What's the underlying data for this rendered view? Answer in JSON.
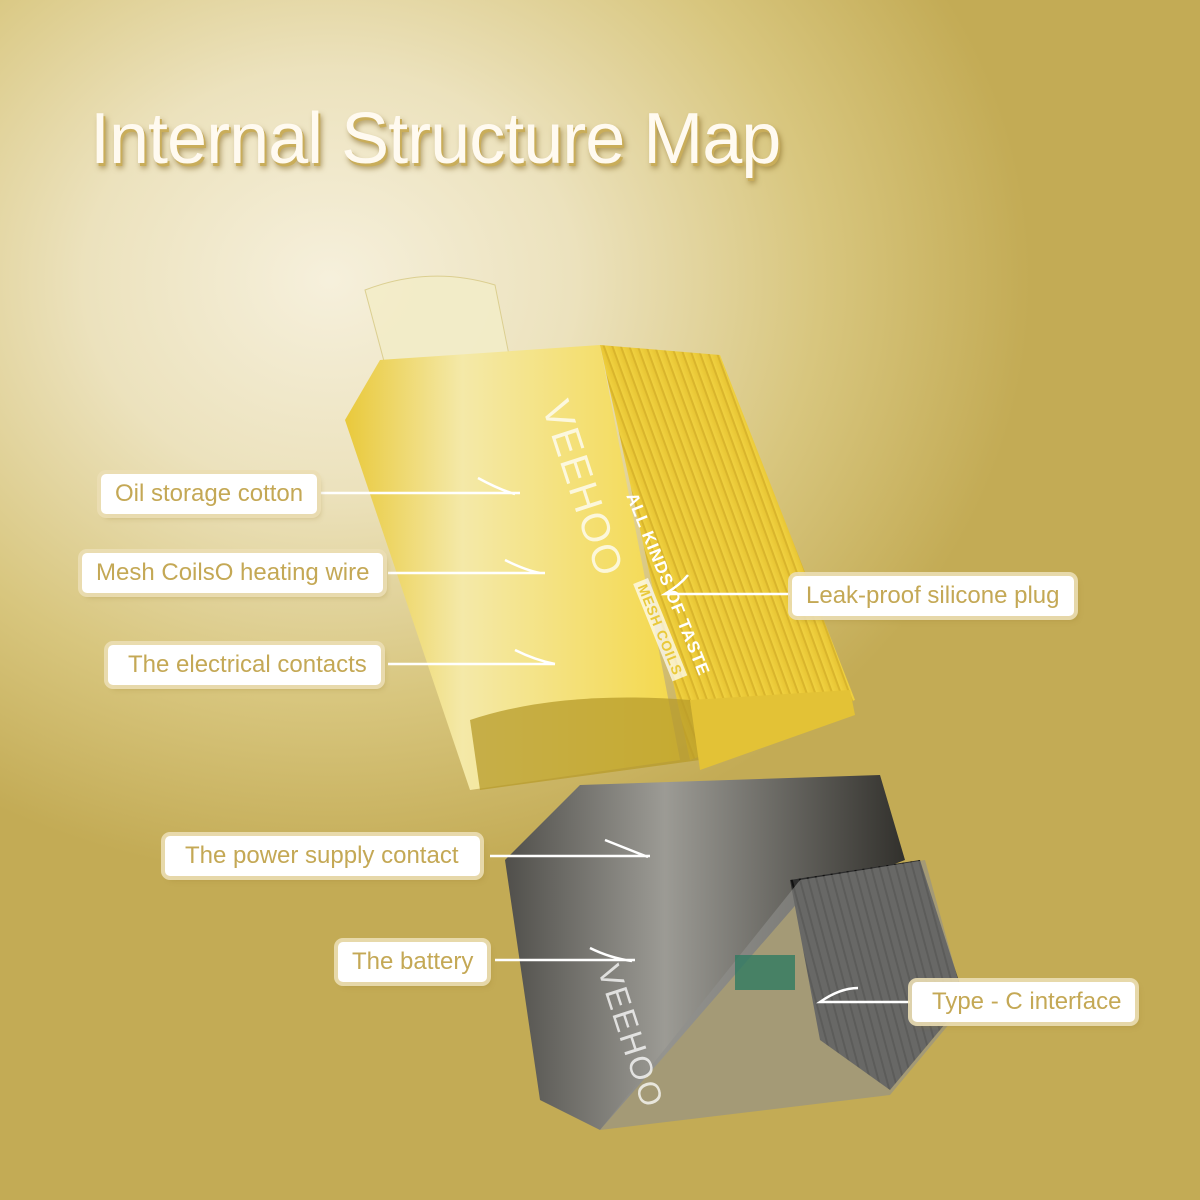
{
  "title": "Internal Structure Map",
  "brand": "VEEHOO",
  "product_text": {
    "slogan": "ALL KINDS OF TASTE",
    "badge": "MESH COILS"
  },
  "callouts": [
    {
      "id": "oil",
      "label": "Oil storage cotton"
    },
    {
      "id": "mesh",
      "label": "Mesh CoilsO heating wire"
    },
    {
      "id": "contacts",
      "label": "The electrical contacts"
    },
    {
      "id": "plug",
      "label": "Leak-proof silicone plug"
    },
    {
      "id": "power",
      "label": "The power supply contact"
    },
    {
      "id": "battery",
      "label": "The battery"
    },
    {
      "id": "typec",
      "label": "Type - C interface"
    }
  ],
  "colors": {
    "accent": "#c4a855",
    "pod": "#f0d24a",
    "base": "#3a3a3a"
  }
}
